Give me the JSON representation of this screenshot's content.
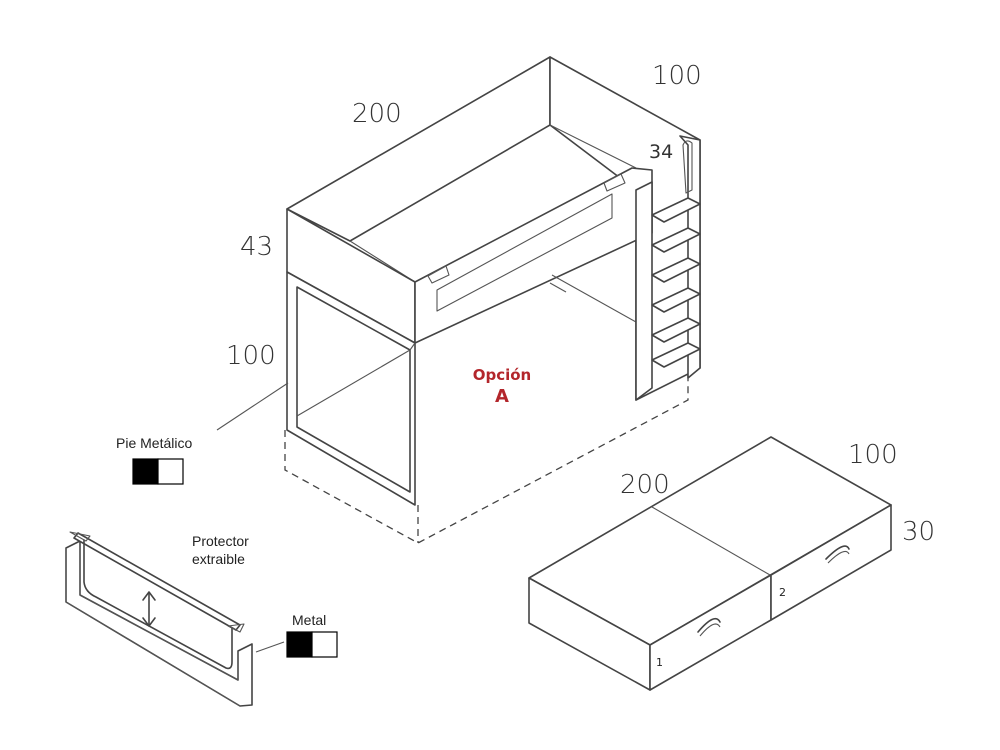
{
  "dimensions": {
    "bed_length": "200",
    "bed_width": "100",
    "rail_height": "34",
    "bed_height": "43",
    "leg_height": "100",
    "drawer_length": "200",
    "drawer_width": "100",
    "drawer_height": "30"
  },
  "labels": {
    "leg": "Pie Metálico",
    "protector_line1": "Protector",
    "protector_line2": "extraible",
    "metal": "Metal",
    "option_line1": "Opción",
    "option_line2": "A"
  },
  "drawers": {
    "first_number": "1",
    "second_number": "2"
  },
  "colors": {
    "outline": "#444444",
    "option_text": "#b3262b",
    "swatch_dark": "#000000",
    "swatch_light": "#ffffff"
  }
}
